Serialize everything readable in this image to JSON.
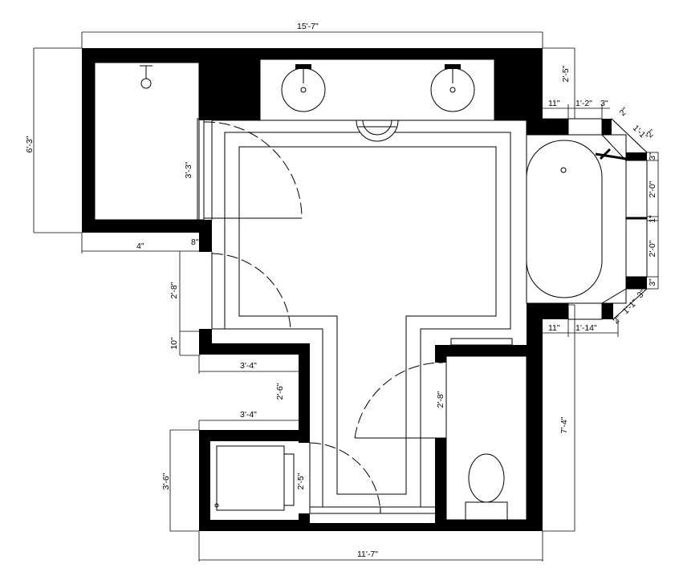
{
  "dimensions": {
    "overall_width": "15'-7\"",
    "overall_height_left": "6'-3\"",
    "right_top": "2'-5\"",
    "bay_top_a": "11\"",
    "bay_top_b": "1'-2\"",
    "bay_top_c": "3\"",
    "bay_angle_a": "2\"",
    "bay_angle_b": "1'-1\"",
    "bay_angle_c": "2\"",
    "bay_side_a": "3\"",
    "bay_side_b": "2'-0\"",
    "bay_side_c": "1\"",
    "bay_side_d": "2'-0\"",
    "bay_side_e": "3\"",
    "bay_bottom_angle_a": "3\"",
    "bay_bottom_angle_b": "1'-1\"",
    "bay_bottom_angle_c": "2\"",
    "bay_bottom_a": "11\"",
    "bay_bottom_b": "1'-14\"",
    "shower_door": "3'-3\"",
    "left_gap": "4\"",
    "left_wall": "8\"",
    "entry_door": "2'-8\"",
    "left_lower": "10\"",
    "linen_width": "3'-4\"",
    "linen_depth": "2'-6\"",
    "laundry_width": "3'-4\"",
    "laundry_height": "3'-6\"",
    "laundry_door": "2'-5\"",
    "wc_door": "2'-8\"",
    "wc_right": "7'-4\"",
    "bottom_width": "11'-7\""
  }
}
